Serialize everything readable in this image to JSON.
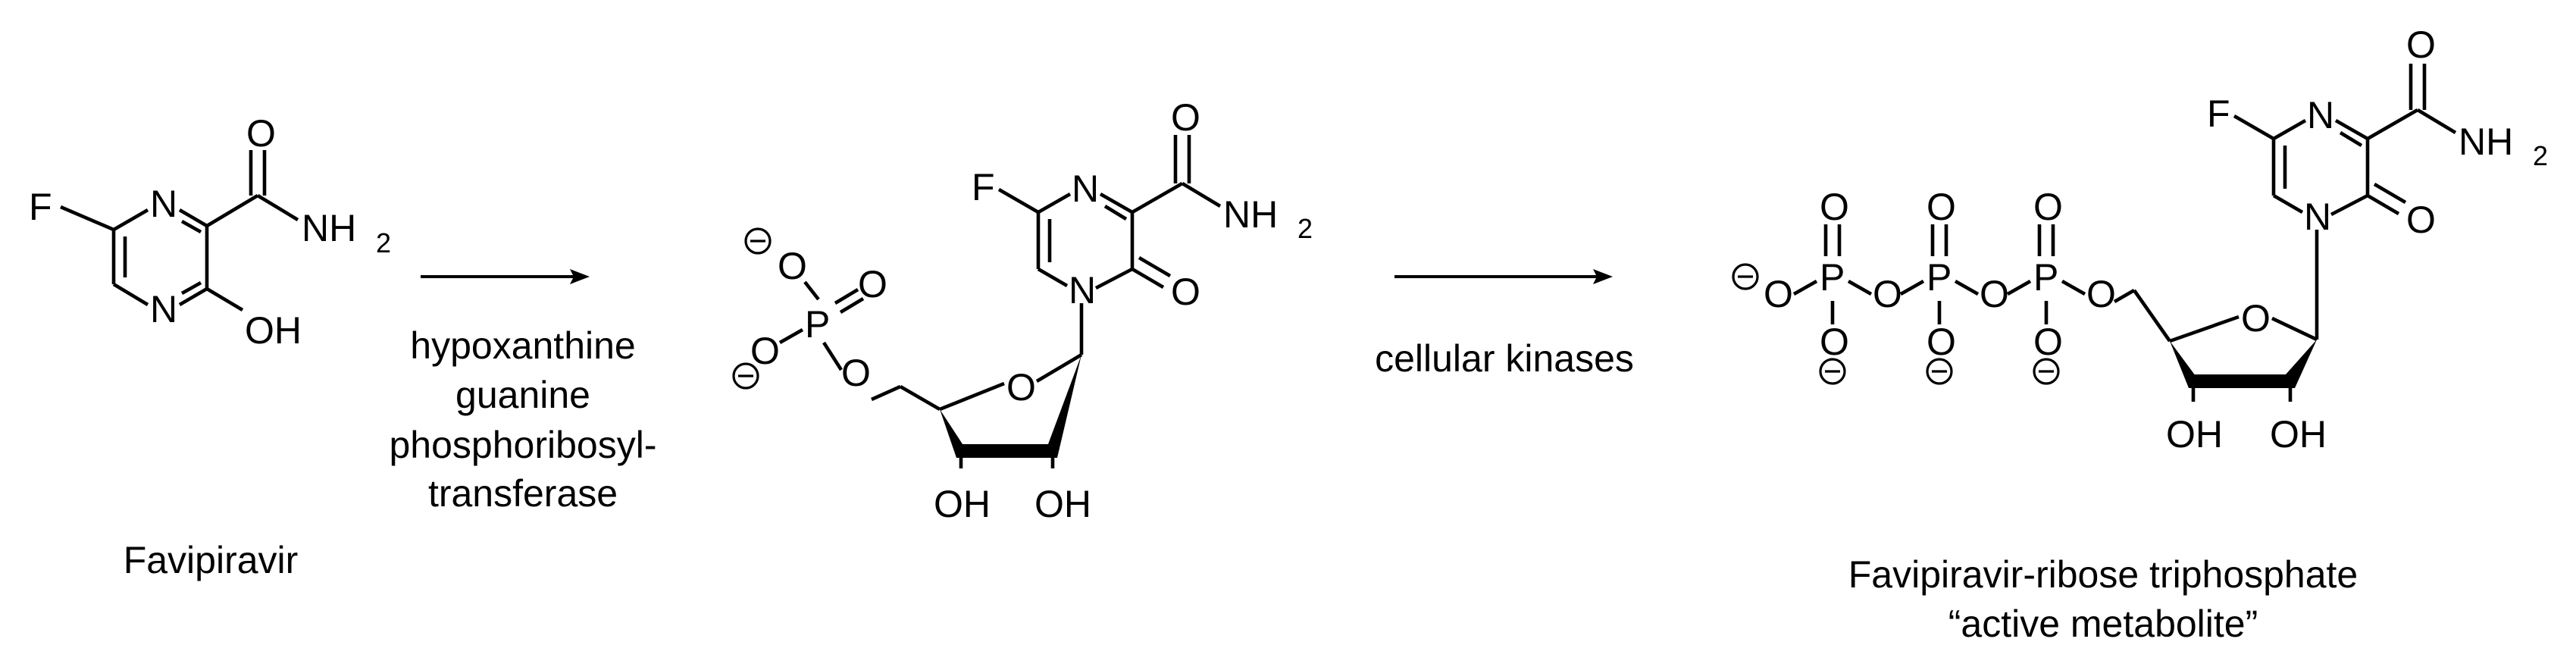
{
  "diagram": {
    "compound_1": {
      "name": "Favipiravir",
      "atoms": {
        "F": "F",
        "N_top": "N",
        "N_bottom": "N",
        "O_carbonyl": "O",
        "NH2": "NH",
        "NH2_sub": "2",
        "OH": "OH"
      }
    },
    "step_1": {
      "enzyme_lines": [
        "hypoxanthine",
        "guanine",
        "phosphoribosyl-",
        "transferase"
      ]
    },
    "compound_2": {
      "atoms": {
        "F": "F",
        "N_top": "N",
        "N_ring": "N",
        "O_carbonyl_amide": "O",
        "NH2": "NH",
        "NH2_sub": "2",
        "O_ring_carbonyl": "O",
        "O_ribose": "O",
        "OH_left": "OH",
        "OH_right": "OH",
        "O_minus_1": "O",
        "O_minus_2": "O",
        "P": "P",
        "O_double": "O",
        "O_bridge": "O"
      }
    },
    "step_2": {
      "label": "cellular kinases"
    },
    "compound_3": {
      "name_line_1": "Favipiravir-ribose triphosphate",
      "name_line_2": "“active metabolite”",
      "atoms": {
        "F": "F",
        "N_top": "N",
        "N_ring": "N",
        "O_carbonyl_amide": "O",
        "NH2": "NH",
        "NH2_sub": "2",
        "O_ring_carbonyl": "O",
        "O_ribose": "O",
        "OH_left": "OH",
        "OH_right": "OH",
        "P": "P",
        "O": "O"
      }
    }
  }
}
